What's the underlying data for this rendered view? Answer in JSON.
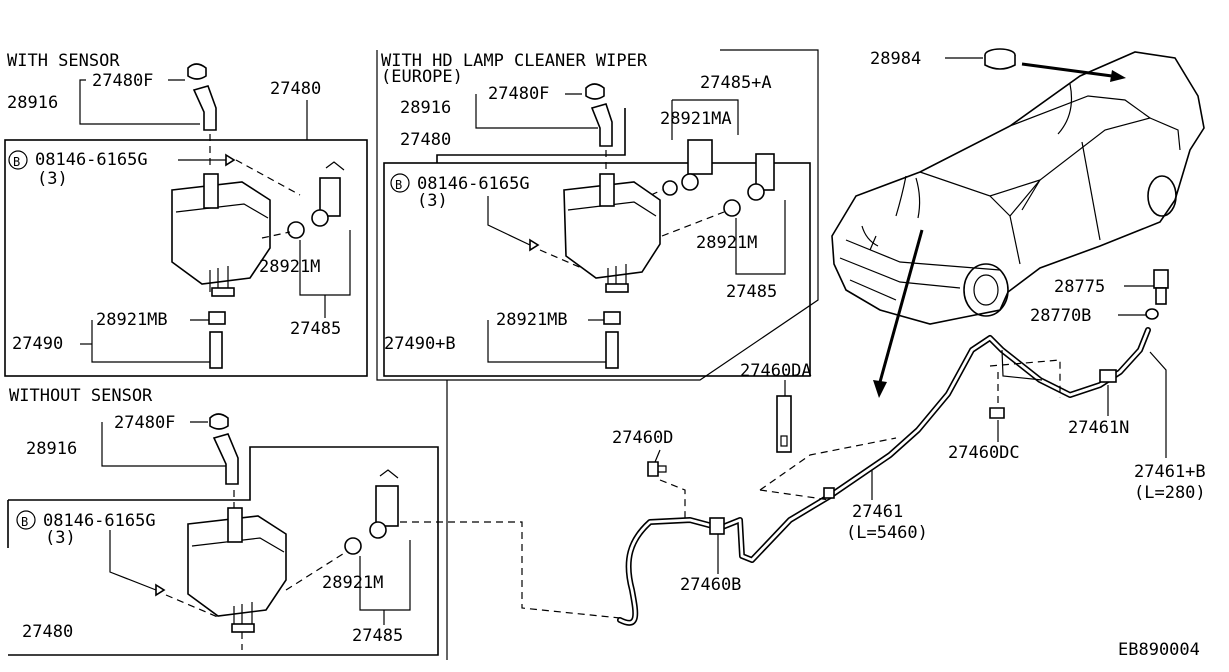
{
  "sections": {
    "with_sensor": "WITH SENSOR",
    "hd_lamp_1": "WITH HD LAMP CLEANER WIPER",
    "hd_lamp_2": "(EUROPE)",
    "without_sensor": "WITHOUT SENSOR"
  },
  "labels": {
    "p28984": "28984",
    "ws_27480F": "27480F",
    "ws_28916": "28916",
    "ws_27480": "27480",
    "ws_bolt": "08146-6165G",
    "ws_bolt_qty": "(3)",
    "ws_28921M": "28921M",
    "ws_27485": "27485",
    "ws_28921MB": "28921MB",
    "ws_27490": "27490",
    "hd_27480F": "27480F",
    "hd_28916": "28916",
    "hd_27485A": "27485+A",
    "hd_28921MA": "28921MA",
    "hd_27480": "27480",
    "hd_bolt": "08146-6165G",
    "hd_bolt_qty": "(3)",
    "hd_28921M": "28921M",
    "hd_27485": "27485",
    "hd_28921MB": "28921MB",
    "hd_27490B": "27490+B",
    "wo_27480F": "27480F",
    "wo_28916": "28916",
    "wo_bolt": "08146-6165G",
    "wo_bolt_qty": "(3)",
    "wo_28921M": "28921M",
    "wo_27485": "27485",
    "wo_27480": "27480",
    "p27460DA": "27460DA",
    "p27460D": "27460D",
    "p27460B": "27460B",
    "p27461": "27461",
    "p27461_len": "(L=5460)",
    "p27460DC": "27460DC",
    "p28775": "28775",
    "p28770B": "28770B",
    "p27461N": "27461N",
    "p27461B": "27461+B",
    "p27461B_len": "(L=280)",
    "code": "EB890004"
  },
  "bolt_marker": "B"
}
